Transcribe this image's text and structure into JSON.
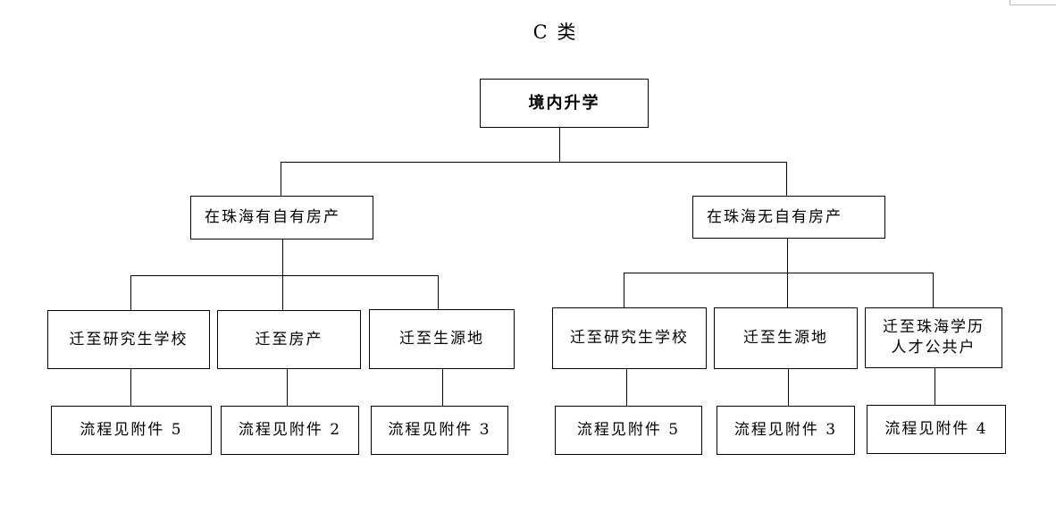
{
  "title": "C 类",
  "root": "境内升学",
  "left": {
    "label": "在珠海有自有房产",
    "children": [
      {
        "label": "迁至研究生学校",
        "flow": "流程见附件 5"
      },
      {
        "label": "迁至房产",
        "flow": "流程见附件 2"
      },
      {
        "label": "迁至生源地",
        "flow": "流程见附件 3"
      }
    ]
  },
  "right": {
    "label": "在珠海无自有房产",
    "children": [
      {
        "label": "迁至研究生学校",
        "flow": "流程见附件 5"
      },
      {
        "label": "迁至生源地",
        "flow": "流程见附件 3"
      },
      {
        "label": "迁至珠海学历人才公共户",
        "flow": "流程见附件 4"
      }
    ]
  }
}
